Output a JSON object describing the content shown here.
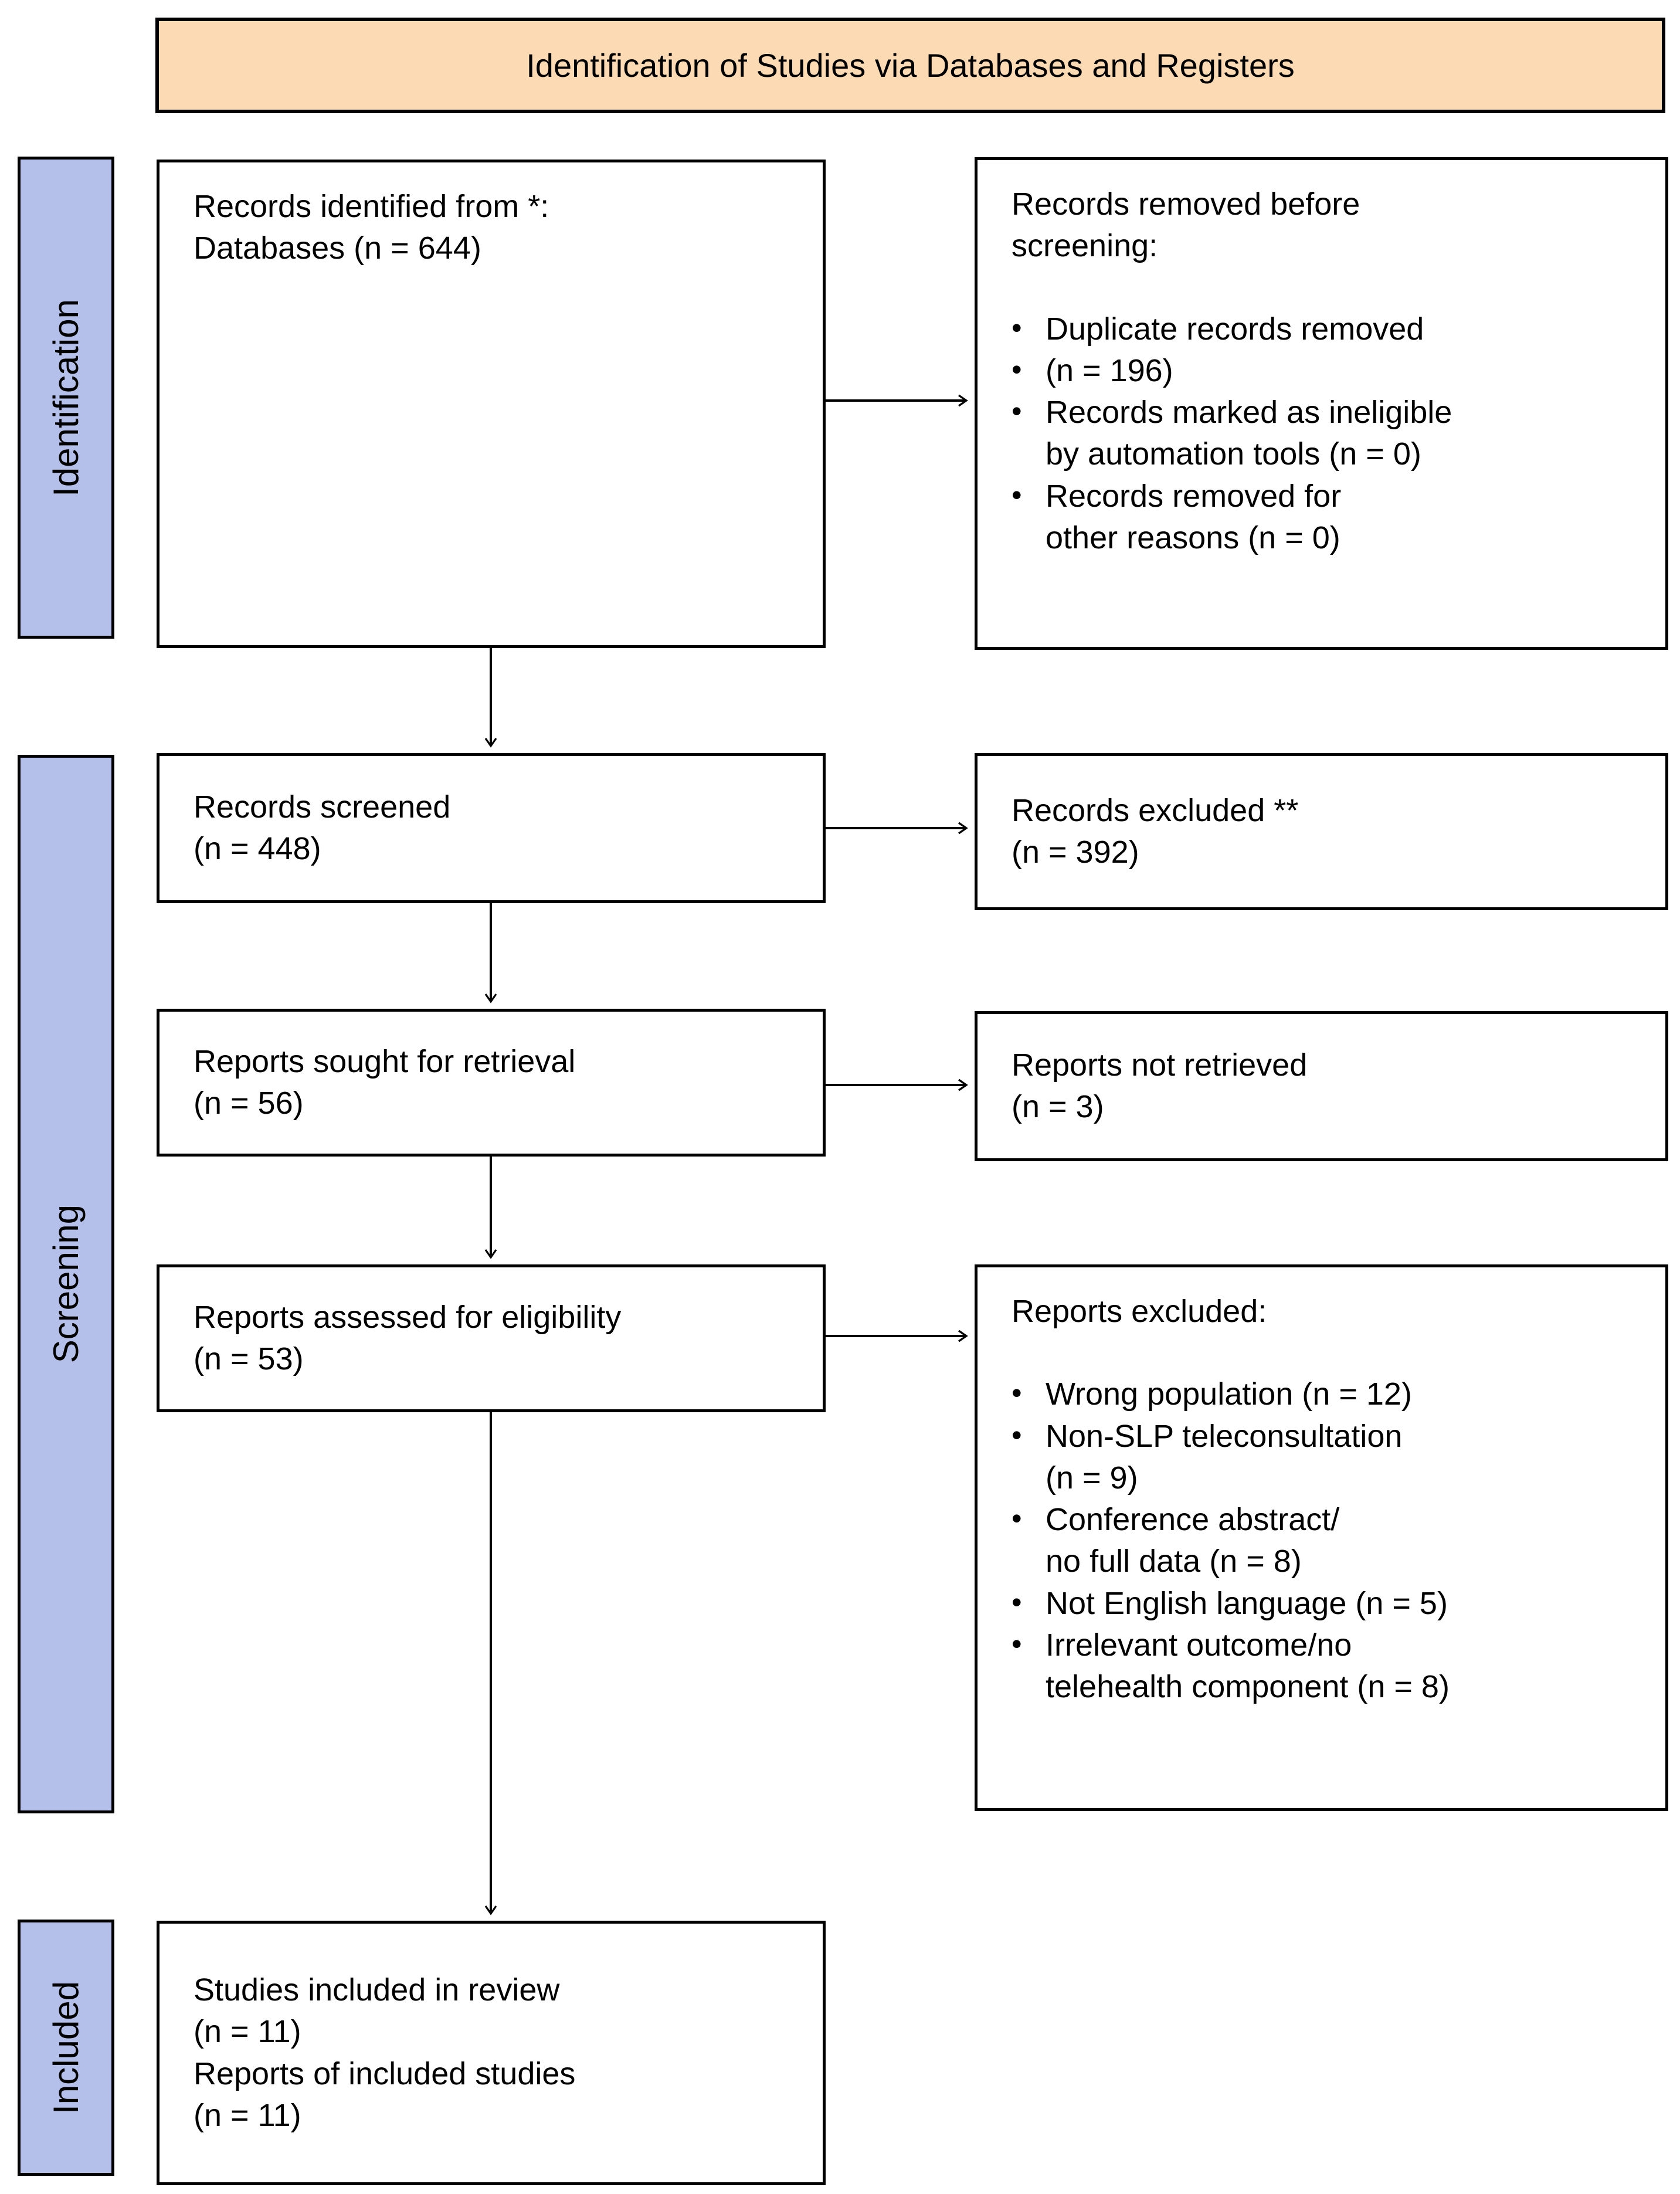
{
  "title": "Identification of Studies via Databases and Registers",
  "colors": {
    "title_bg": "#FCDBB4",
    "sidebar_bg": "#B4C0E9",
    "border": "#000000",
    "box_bg": "#FFFFFF",
    "text": "#000000"
  },
  "sidebar": {
    "identification": "Identification",
    "screening": "Screening",
    "included": "Included"
  },
  "boxes": {
    "identified": {
      "lines": [
        "Records identified from *:",
        "Databases (n = 644)"
      ]
    },
    "removed": {
      "heading_lines": [
        "Records removed before",
        "screening:"
      ],
      "items": [
        {
          "marker": "•",
          "text": "Duplicate records removed"
        },
        {
          "marker": "•",
          "text": "(n = 196)"
        },
        {
          "marker": "•",
          "text": "Records marked as ineligible"
        },
        {
          "marker": "",
          "text": "by automation tools (n = 0)"
        },
        {
          "marker": "•",
          "text": "Records removed for"
        },
        {
          "marker": "",
          "text": "other reasons (n = 0)"
        }
      ]
    },
    "screened": {
      "lines": [
        "Records screened",
        "(n = 448)"
      ]
    },
    "excluded": {
      "lines": [
        "Records excluded **",
        "(n = 392)"
      ]
    },
    "sought": {
      "lines": [
        "Reports sought for retrieval",
        "(n = 56)"
      ]
    },
    "not_retrieved": {
      "lines": [
        "Reports not retrieved",
        "(n = 3)"
      ]
    },
    "assessed": {
      "lines": [
        "Reports assessed for eligibility",
        "(n = 53)"
      ]
    },
    "reports_excluded": {
      "heading_lines": [
        "Reports excluded:"
      ],
      "items": [
        {
          "marker": "•",
          "text": "Wrong population (n = 12)"
        },
        {
          "marker": "•",
          "text": "Non-SLP teleconsultation"
        },
        {
          "marker": "",
          "text": "(n = 9)"
        },
        {
          "marker": "•",
          "text": "Conference abstract/"
        },
        {
          "marker": "",
          "text": "no full data (n = 8)"
        },
        {
          "marker": "•",
          "text": "Not English language (n = 5)"
        },
        {
          "marker": "•",
          "text": "Irrelevant outcome/no"
        },
        {
          "marker": "",
          "text": "telehealth component (n = 8)"
        }
      ]
    },
    "included_box": {
      "lines": [
        "Studies included in review",
        "(n = 11)",
        "Reports of included studies",
        "(n = 11)"
      ]
    }
  }
}
